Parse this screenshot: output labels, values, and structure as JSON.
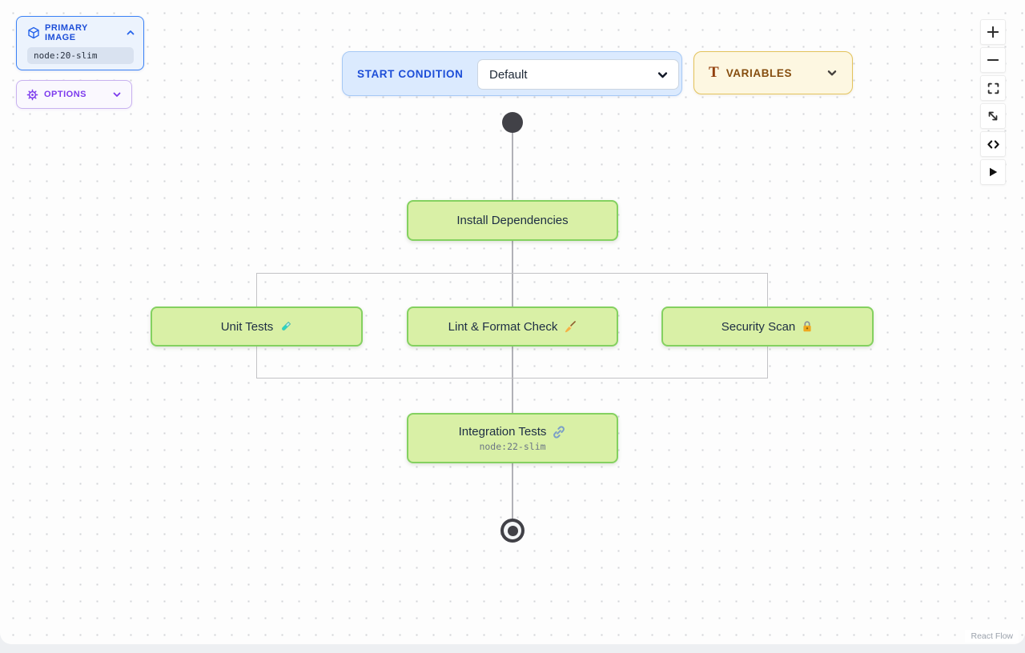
{
  "colors": {
    "node_fill": "#d9f0a6",
    "node_border": "#84d160",
    "edge": "#b1b1b7",
    "blue_accent": "#1d4ed8",
    "purple_accent": "#7c3aed",
    "amber_accent": "#854d0e"
  },
  "panels": {
    "primary_image": {
      "label": "PRIMARY IMAGE",
      "value": "node:20-slim",
      "icon": "cube-icon",
      "state_icon": "chevron-up-icon"
    },
    "options": {
      "label": "OPTIONS",
      "icon": "gear-icon",
      "state_icon": "chevron-down-icon"
    }
  },
  "header": {
    "start_condition": {
      "label": "START CONDITION",
      "selected_option": "Default"
    },
    "variables": {
      "label": "VARIABLES",
      "icon_letter": "T",
      "state_icon": "chevron-down-icon"
    }
  },
  "toolbar": {
    "buttons": [
      {
        "name": "zoom-in",
        "icon": "plus-icon"
      },
      {
        "name": "zoom-out",
        "icon": "minus-icon"
      },
      {
        "name": "fit-view",
        "icon": "fit-view-icon"
      },
      {
        "name": "expand",
        "icon": "diagonal-arrows-icon"
      },
      {
        "name": "code",
        "icon": "code-icon"
      },
      {
        "name": "run",
        "icon": "play-icon"
      }
    ]
  },
  "flow": {
    "nodes": {
      "install": {
        "label": "Install Dependencies"
      },
      "unit": {
        "label": "Unit Tests",
        "emoji": "🧪",
        "icon": "test-tube-icon"
      },
      "lint": {
        "label": "Lint & Format Check",
        "emoji": "🧹",
        "icon": "broom-icon"
      },
      "security": {
        "label": "Security Scan",
        "emoji": "🔒",
        "icon": "lock-icon"
      },
      "integration": {
        "label": "Integration Tests",
        "emoji": "🔗",
        "icon": "link-icon",
        "image": "node:22-slim"
      }
    }
  },
  "attribution": "React Flow"
}
